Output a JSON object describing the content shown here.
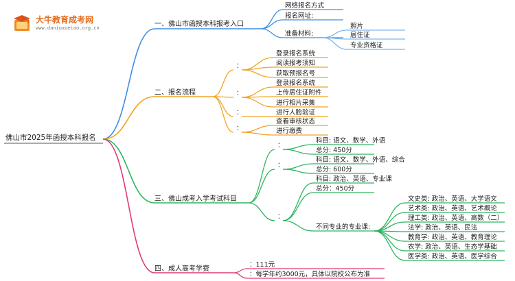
{
  "logo": {
    "title": "大牛教育成考网",
    "url": "www.daniuxueiao.org.cn",
    "icon": "graduation-book-logo"
  },
  "colors": {
    "blue": "#3a8ee6",
    "orange": "#f2a320",
    "green": "#2cb55f",
    "pink": "#e4387a",
    "light_blue": "#7bb7ec"
  },
  "mindmap": {
    "root": "佛山市2025年函授本科报名",
    "b1": {
      "label": "一、佛山市函授本科报考入口",
      "c1": "网络报名方式",
      "c2": "报名网址:",
      "c3": "准备材料:",
      "m1": "照片",
      "m2": "居住证",
      "m3": "专业资格证"
    },
    "b2": {
      "label": "二、报名流程",
      "g1": "：",
      "g2": "：",
      "g3": "：",
      "g4": "：",
      "s1": "登录报名系统",
      "s2": "阅读报考须知",
      "s3": "获取预报名号",
      "s4": "登录报名系统",
      "s5": "上传居住证附件",
      "s6": "进行相片采集",
      "s7": "进行人脸验证",
      "s8": "查看审核状态",
      "s9": "进行缴费"
    },
    "b3": {
      "label": "三、佛山成考入学考试科目",
      "g1": "：",
      "g2": "：",
      "g3": "：",
      "e1": "科目: 语文、数学、外语",
      "e2": "总分: 450分",
      "e3": "科目: 语文、数学、外语、综合",
      "e4": "总分: 600分",
      "e5": "科目: 政治、英语、专业课",
      "e6": "总分：450分",
      "e7": "不同专业的专业课:",
      "p1": "文史类: 政治、英语、大学语文",
      "p2": "艺术类: 政治、英语、艺术概论",
      "p3": "理工类: 政治、英语、高数（二）",
      "p4": "法学: 政治、英语、民法",
      "p5": "教育学: 政治、英语、教育理论",
      "p6": "农学: 政治、英语、生态学基础",
      "p7": "医学类: 政治、英语、医学综合"
    },
    "b4": {
      "label": "四、成人高考学费",
      "f1": "：111元",
      "f2": "：每学年约3000元，具体以院校公布为准"
    }
  }
}
